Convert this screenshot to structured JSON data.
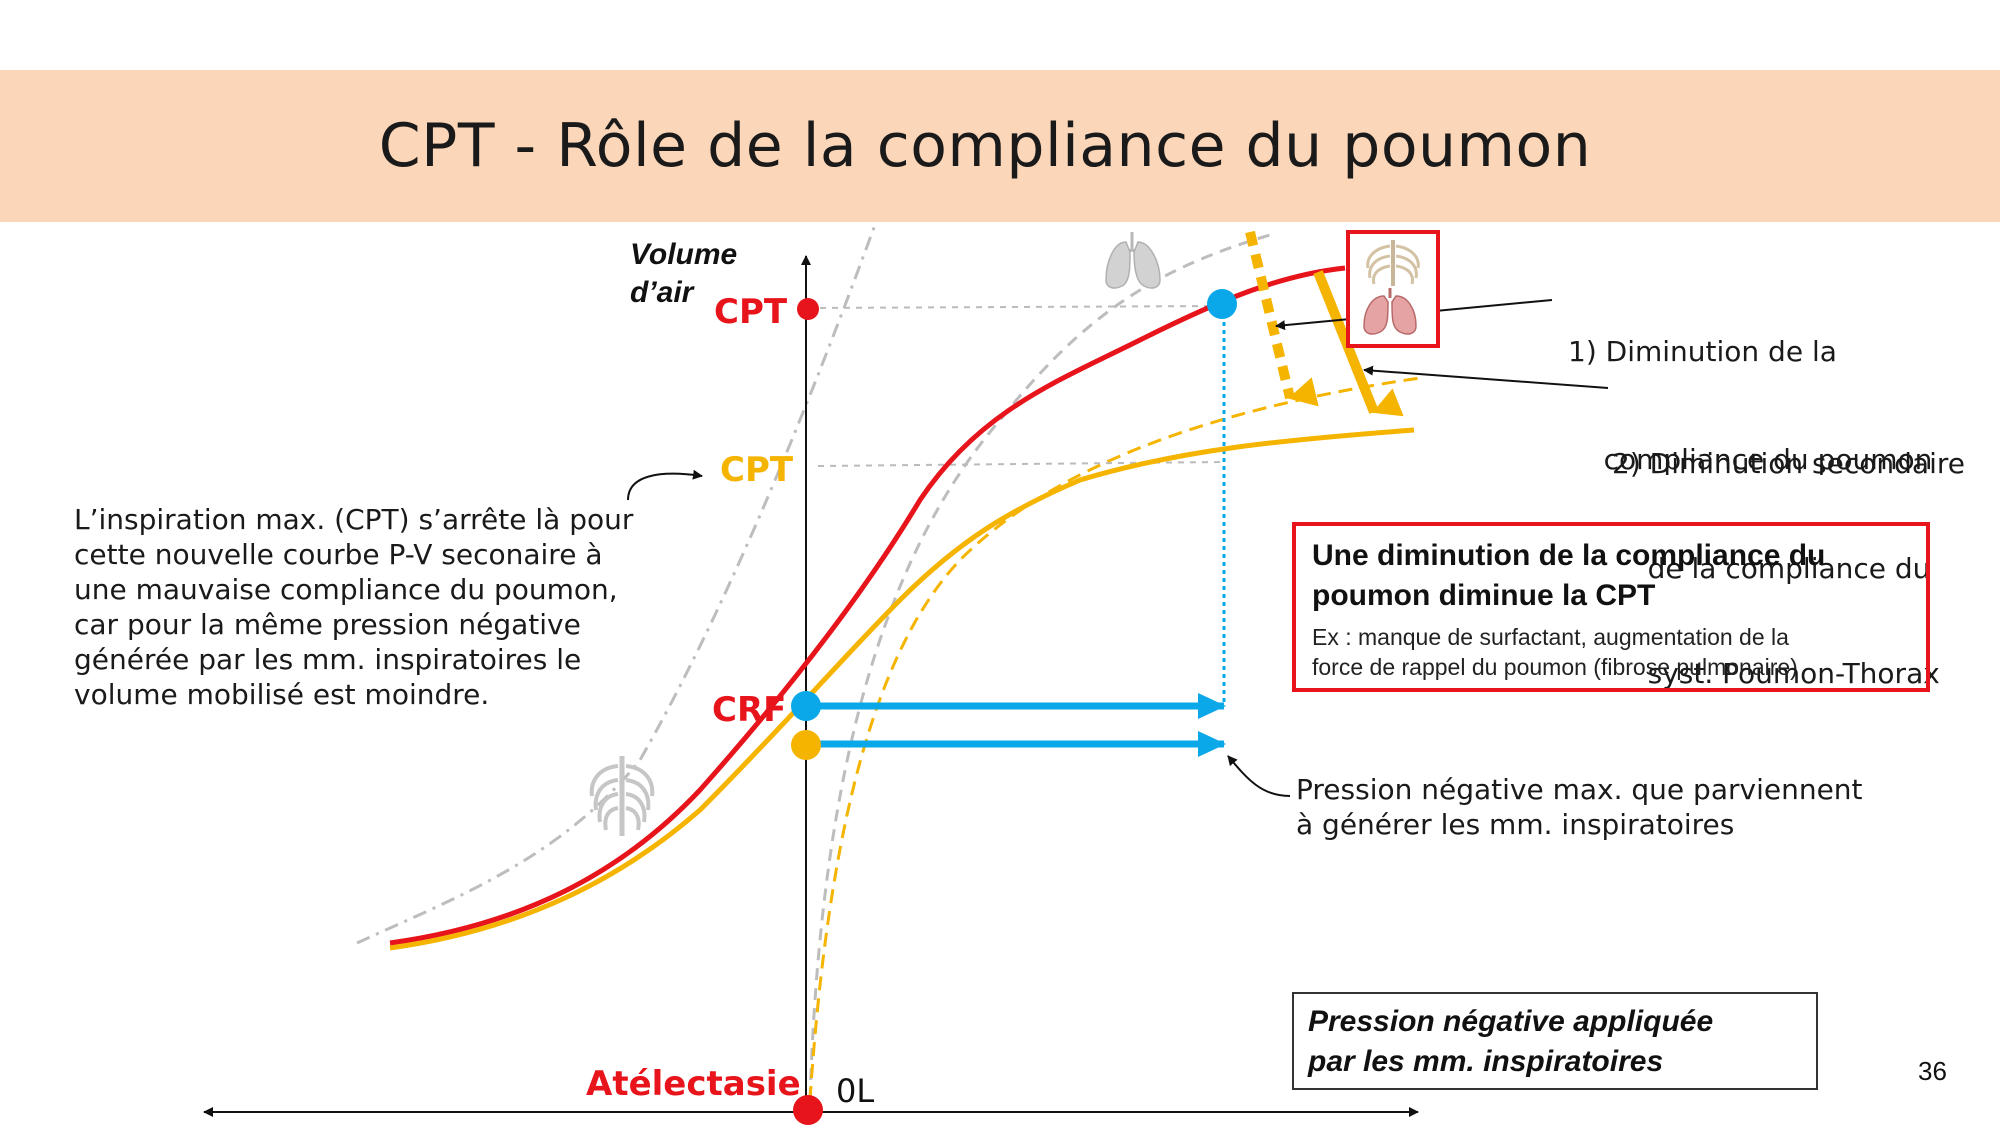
{
  "slide": {
    "title": "CPT - Rôle de la compliance du poumon",
    "page_number": "36"
  },
  "axes": {
    "y_label_line1": "Volume",
    "y_label_line2": "d’air",
    "zero_label": "0L"
  },
  "levels": {
    "cpt_normal": "CPT",
    "cpt_reduced": "CPT",
    "crf": "CRF",
    "atelectasie": "Atélectasie"
  },
  "notes": {
    "left_note": [
      "L’inspiration max. (CPT) s’arrête là pour",
      "cette nouvelle courbe P-V seconaire à",
      "une mauvaise compliance du poumon,",
      "car pour la même pression négative",
      "générée par les mm. inspiratoires le",
      "volume mobilisé est moindre."
    ],
    "diminution_1": [
      "1) Diminution de la",
      "    compliance du poumon"
    ],
    "diminution_2": [
      "2) Diminution secondaire",
      "    de la compliance du",
      "    syst. Poumon-Thorax"
    ],
    "pression_max": [
      "Pression négative max. que parviennent",
      "à générer les mm. inspiratoires"
    ]
  },
  "main_box": {
    "title_line1": "Une diminution de la compliance du",
    "title_line2": "poumon diminue la CPT",
    "text_line1": "Ex : manque de surfactant, augmentation de la",
    "text_line2": "force de rappel du poumon (fibrose pulmonaire)"
  },
  "pression_box": {
    "line1": "Pression négative appliquée",
    "line2": "par les mm. inspiratoires"
  },
  "colors": {
    "header": "#fbd6b8",
    "normal_curve": "#e8141b",
    "reduced_curve": "#f5b400",
    "pressure_arrow": "#0aa8e8",
    "reference_curves": "#bdbdbd"
  },
  "icons": [
    "lungs-icon",
    "ribcage-icon",
    "lungs-thorax-icon"
  ]
}
